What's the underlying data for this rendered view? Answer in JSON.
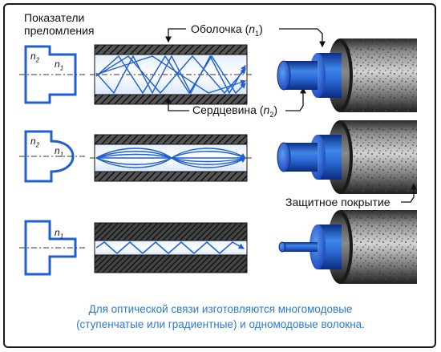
{
  "header": {
    "title_line1": "Показатели",
    "title_line2": "преломления"
  },
  "labels": {
    "cladding_base": "Оболочка (",
    "cladding_n": "n",
    "cladding_sub": "1",
    "cladding_close": ")",
    "core_base": "Сердцевина (",
    "core_n": "n",
    "core_sub": "2",
    "core_close": ")",
    "coating": "Защитное покрытие"
  },
  "profiles": [
    {
      "n2": "n",
      "n2_sub": "2",
      "n1": "n",
      "n1_sub": "1"
    },
    {
      "n2": "n",
      "n2_sub": "2",
      "n1": "n",
      "n1_sub": "1"
    },
    {
      "n1": "n",
      "n1_sub": "1"
    }
  ],
  "caption": {
    "line1": "Для оптической связи изготовляются многомодовые",
    "line2": "(ступенчатые или градиентные) и одномодовые волокна."
  },
  "colors": {
    "blue": "#1f5fcf",
    "light_blue": "#3f86e6",
    "dark_blue": "#0c2d86",
    "hatch": "#3a3a3a",
    "caption": "#2a7bd1"
  }
}
